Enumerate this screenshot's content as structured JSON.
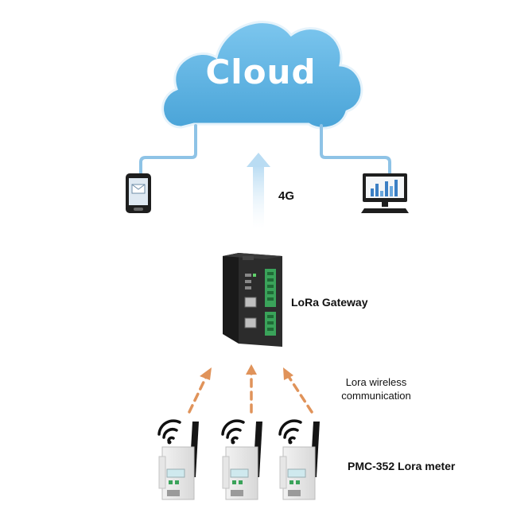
{
  "cloud": {
    "label": "Cloud",
    "color": "#5fb4e2"
  },
  "uplink": {
    "label": "4G"
  },
  "gateway": {
    "label": "LoRa Gateway"
  },
  "wireless": {
    "label": "Lora wireless communication"
  },
  "meters": {
    "label": "PMC-352 Lora meter",
    "count": 3
  },
  "colors": {
    "link_line": "#8ec3e6",
    "arrow_orange": "#e0935a",
    "device_dark": "#2a2a2a",
    "terminal_green": "#3aa35a"
  },
  "icons": [
    "cloud-icon",
    "smartphone-icon",
    "computer-monitor-icon",
    "lora-gateway-device",
    "lora-meter-device",
    "wifi-signal-icon",
    "antenna-icon"
  ]
}
